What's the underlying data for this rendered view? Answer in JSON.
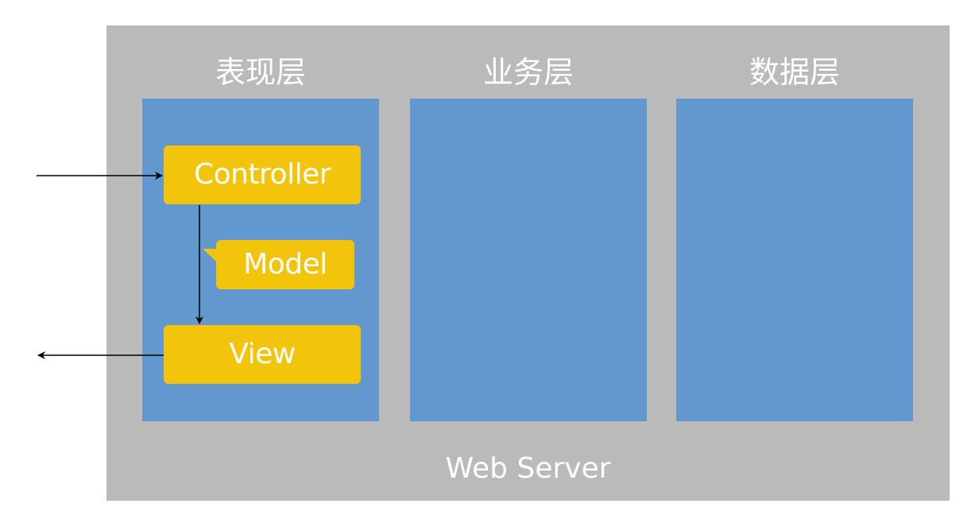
{
  "layers": [
    {
      "title": "表现层"
    },
    {
      "title": "业务层"
    },
    {
      "title": "数据层"
    }
  ],
  "components": {
    "controller": "Controller",
    "model": "Model",
    "view": "View"
  },
  "server_label": "Web Server",
  "colors": {
    "server_bg": "#bababb",
    "layer_panel": "#6398cf",
    "component": "#f2c40c",
    "text": "#ffffff",
    "arrow": "#000000"
  }
}
